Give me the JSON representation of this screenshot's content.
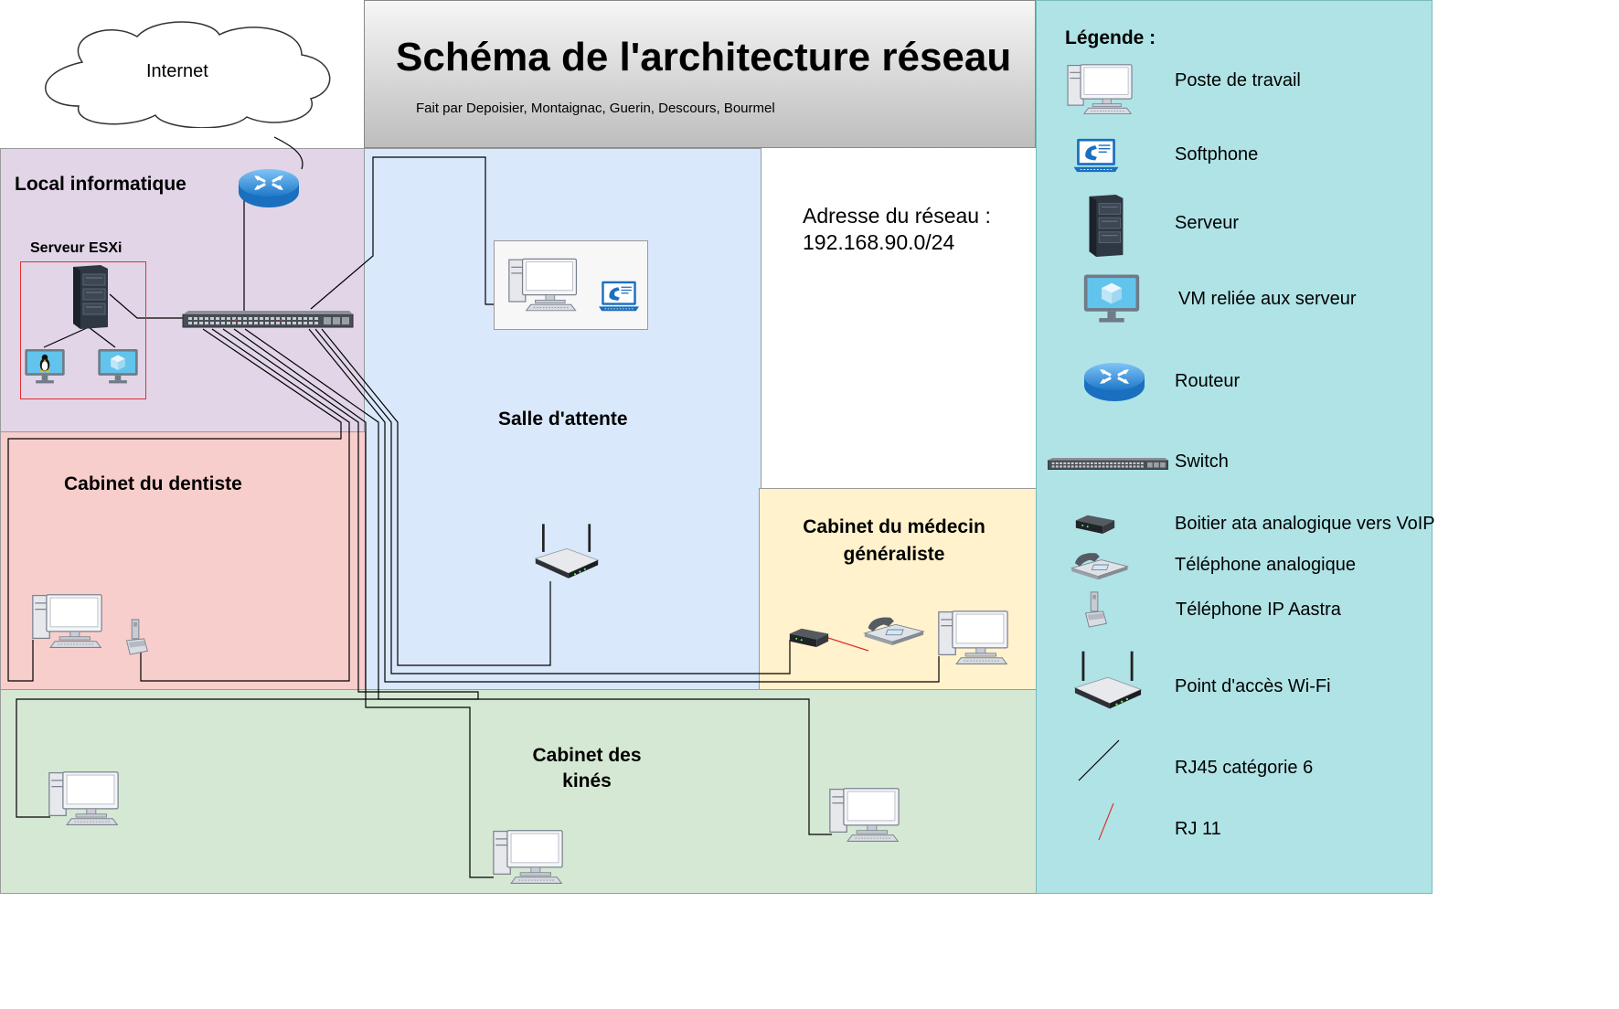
{
  "title": {
    "main": "Schéma de l'architecture réseau",
    "authors": "Fait par Depoisier, Montaignac, Guerin, Descours, Bourmel"
  },
  "internet_label": "Internet",
  "rooms": {
    "local_informatique": "Local informatique",
    "serveur_esxi": "Serveur ESXi",
    "salle_attente": "Salle d'attente",
    "cabinet_dentiste": "Cabinet du dentiste",
    "cabinet_medecin": "Cabinet  du médecin généraliste",
    "cabinet_kines": "Cabinet des kinés"
  },
  "network_address": {
    "label": "Adresse du réseau :",
    "value": "192.168.90.0/24"
  },
  "legend": {
    "title": "Légende :",
    "items": [
      {
        "label": "Poste de travail",
        "icon": "workstation-icon"
      },
      {
        "label": "Softphone",
        "icon": "softphone-icon"
      },
      {
        "label": "Serveur",
        "icon": "server-icon"
      },
      {
        "label": "VM reliée aux serveur",
        "icon": "vm-icon"
      },
      {
        "label": "Routeur",
        "icon": "router-icon"
      },
      {
        "label": "Switch",
        "icon": "switch-icon"
      },
      {
        "label": "Boitier ata analogique vers VoIP",
        "icon": "ata-box-icon"
      },
      {
        "label": "Téléphone analogique",
        "icon": "analog-phone-icon"
      },
      {
        "label": "Téléphone IP Aastra",
        "icon": "ip-phone-icon"
      },
      {
        "label": "Point d'accès Wi-Fi",
        "icon": "wifi-access-point-icon"
      },
      {
        "label": "RJ45 catégorie 6",
        "icon": "rj45-line-icon"
      },
      {
        "label": "RJ 11",
        "icon": "rj11-line-icon"
      }
    ]
  },
  "colors": {
    "local_informatique": "#e1d5e7",
    "salle_attente": "#dae8fc",
    "cabinet_dentiste": "#f8cecc",
    "cabinet_medecin": "#fff2cc",
    "cabinet_kines": "#d5e8d4",
    "legend_bg": "#b0e3e6",
    "esxi_border": "#e0312f",
    "rj45_line": "#000000",
    "rj11_line": "#e0312f"
  }
}
